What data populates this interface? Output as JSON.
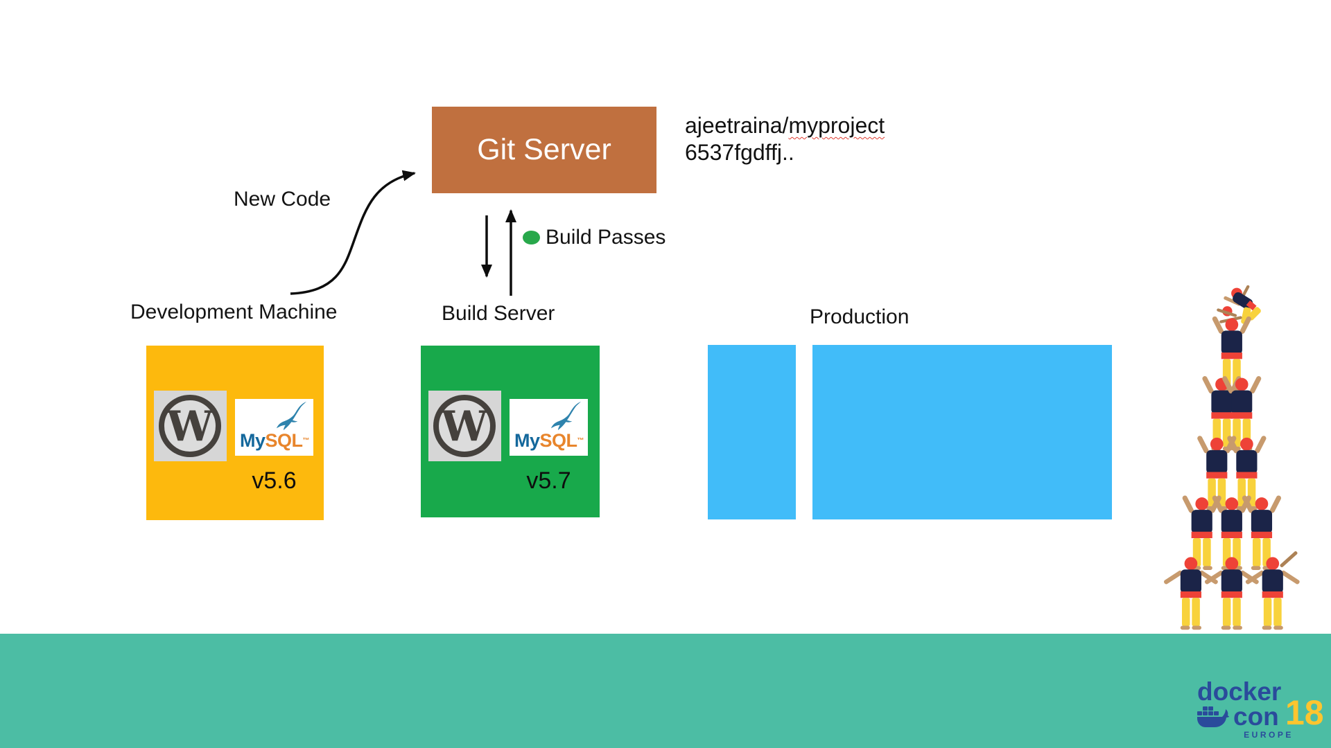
{
  "slide": {
    "background_color": "#ffffff",
    "footer_band_color": "#4cbda4"
  },
  "diagram": {
    "git_server_label": "Git Server",
    "git_server_color": "#c0703f",
    "repo": {
      "owner_prefix": "ajeetraina/",
      "name": "myproject",
      "commit": "6537fgdffj.."
    },
    "new_code_label": "New Code",
    "build_passes_label": "Build Passes",
    "build_passes_dot_color": "#28a84b",
    "nodes": [
      {
        "label": "Development Machine",
        "version": "v5.6",
        "box_color": "#fdb90d"
      },
      {
        "label": "Build Server",
        "version": "v5.7",
        "box_color": "#18a94b"
      },
      {
        "label": "Production",
        "box_color": "#41bcf9"
      }
    ]
  },
  "logos": {
    "wordpress_letter": "W",
    "mysql_my": "My",
    "mysql_sql": "SQL",
    "mysql_tm": "™"
  },
  "branding": {
    "docker": "docker",
    "con": "con",
    "year": "18",
    "region": "EUROPE",
    "blue": "#2a4b9b",
    "yellow": "#fdc52f"
  },
  "illustration": {
    "name": "castellers-human-tower",
    "colors": {
      "shirt": "#1b2448",
      "sash": "#ee4237",
      "pants": "#f8d23c",
      "skin": "#c79a6d",
      "stick": "#ad8256"
    }
  }
}
